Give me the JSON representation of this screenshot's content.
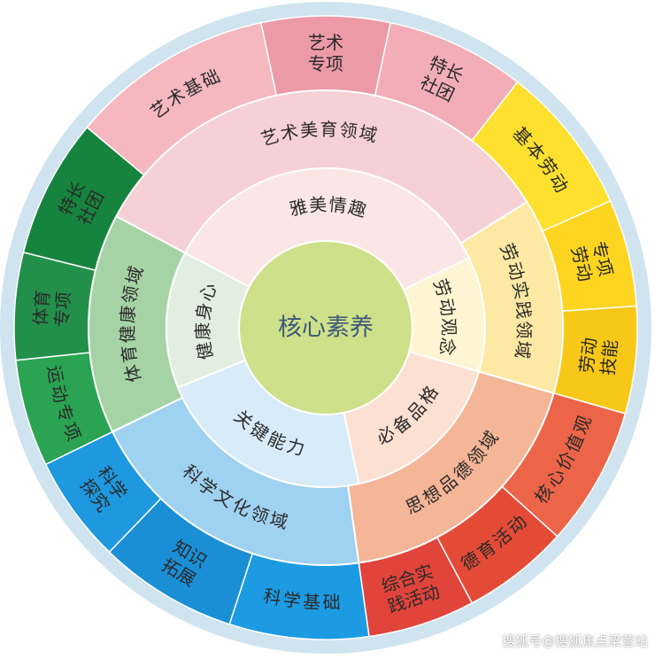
{
  "center": {
    "label": "核心素养",
    "fill": "#cfe08a",
    "text_color": "#3a5a7a"
  },
  "inner_ring": [
    {
      "label": "雅美情趣",
      "fill": "#fbe6e6"
    },
    {
      "label": "劳动观念",
      "fill": "#fff5d2"
    },
    {
      "label": "必备品格",
      "fill": "#fce0d2"
    },
    {
      "label": "关键能力",
      "fill": "#d8ebf8"
    },
    {
      "label": "健康身心",
      "fill": "#e2eedf"
    }
  ],
  "middle_ring": [
    {
      "label": "艺术美育领域",
      "fill": "#f5d0d4"
    },
    {
      "label": "劳动实践领域",
      "fill": "#fde9a3"
    },
    {
      "label": "思想品德领域",
      "fill": "#f5b597"
    },
    {
      "label": "科学文化领域",
      "fill": "#9fd1f0"
    },
    {
      "label": "体育健康领域",
      "fill": "#a6d3a6"
    }
  ],
  "outer_ring": [
    {
      "label": "艺术 专项",
      "fill": "#ec9aa6"
    },
    {
      "label": "特长 社团",
      "fill": "#f2adb7"
    },
    {
      "label": "基本劳动",
      "fill": "#ffe02e"
    },
    {
      "label": "专项 劳动",
      "fill": "#fdd420"
    },
    {
      "label": "劳动 技能",
      "fill": "#f8c818"
    },
    {
      "label": "核心价值观",
      "fill": "#ec6548"
    },
    {
      "label": "德育活动",
      "fill": "#e44b36"
    },
    {
      "label": "综合实 践活动",
      "fill": "#e0443a"
    },
    {
      "label": "科学基础",
      "fill": "#1c9be2"
    },
    {
      "label": "知识 拓展",
      "fill": "#1a8fd6"
    },
    {
      "label": "科学 探究",
      "fill": "#1e98de"
    },
    {
      "label": "运动专项",
      "fill": "#2aa352"
    },
    {
      "label": "体育 专项",
      "fill": "#22904a"
    },
    {
      "label": "特长 社团",
      "fill": "#16843e"
    },
    {
      "label": "艺术基础",
      "fill": "#f4b8be"
    }
  ],
  "theme": {
    "text_color": "#2a2a2a",
    "divider": "#ffffff",
    "outer_border": "#cfe4ef"
  },
  "watermark": "搜狐号@搜狐焦点梁营站"
}
